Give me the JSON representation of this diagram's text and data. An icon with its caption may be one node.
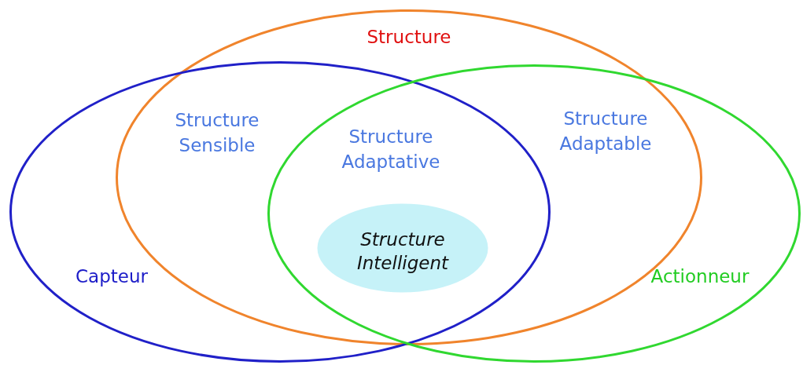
{
  "diagram": {
    "nodes": [
      {
        "text": [
          "Structure"
        ]
      },
      {
        "text": [
          "Capteur"
        ]
      },
      {
        "text": [
          "Actionneur"
        ]
      },
      {
        "text": [
          "Structure Intelligent"
        ]
      }
    ],
    "labels": [
      "Structure Sensible",
      "Structure Adaptative",
      "Structure Adaptable"
    ]
  }
}
